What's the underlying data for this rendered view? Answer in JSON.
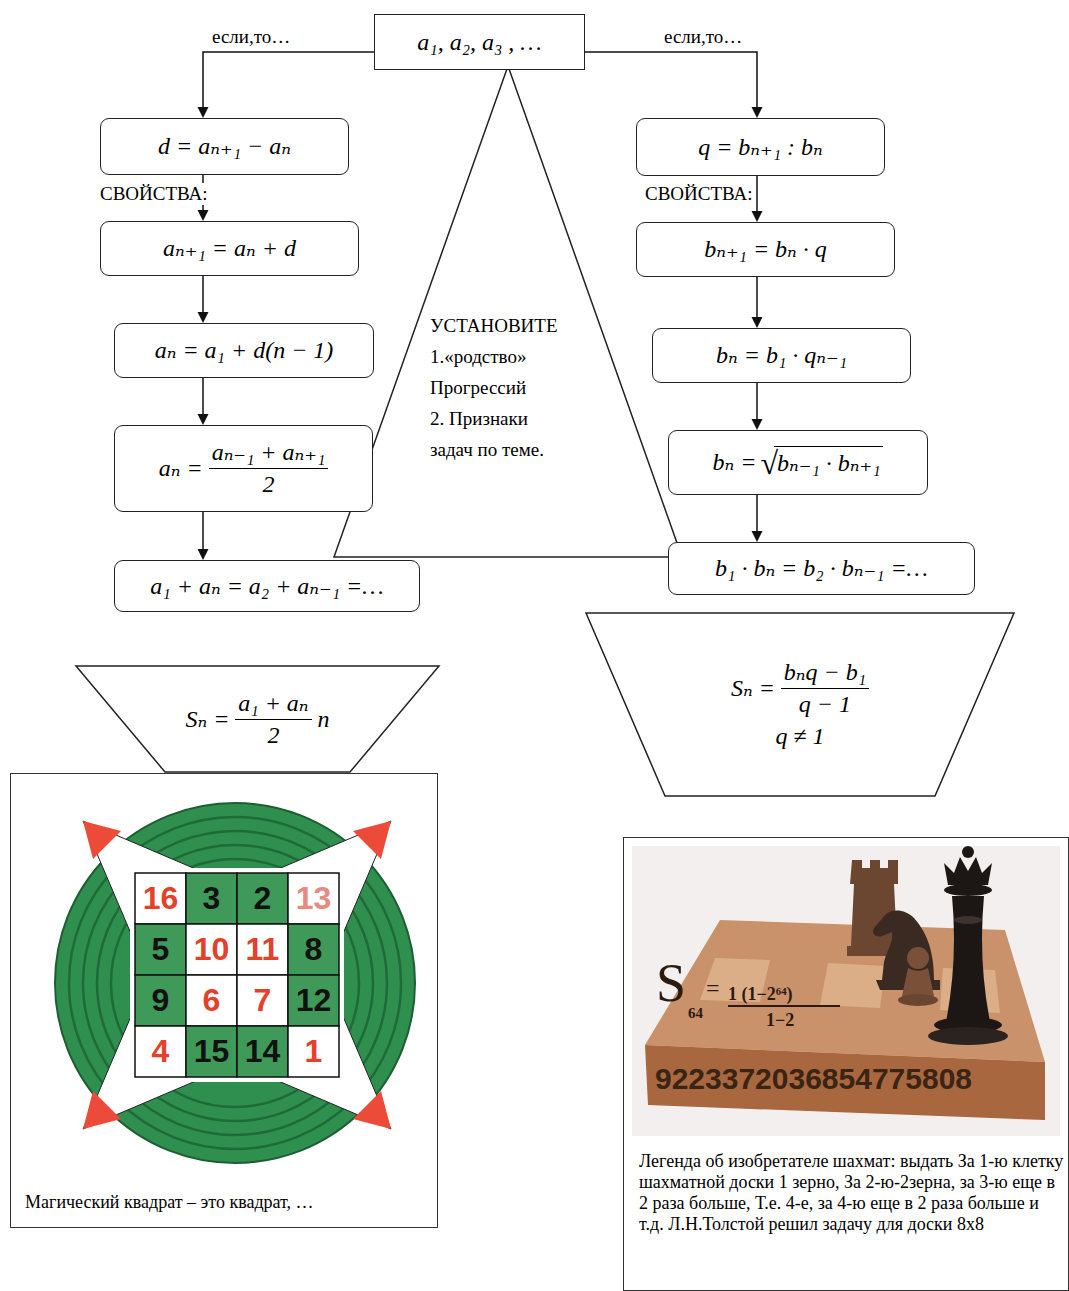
{
  "diagram": {
    "nodes": [
      {
        "text": [
          "a₁, a₂, a₃ , …"
        ]
      },
      {
        "text": [
          "d = aₙ₊₁ − aₙ"
        ]
      },
      {
        "text": [
          "aₙ₊₁ = aₙ + d"
        ]
      },
      {
        "text": [
          "aₙ = a₁ + d(n − 1)"
        ]
      },
      {
        "text": [
          "aₙ =",
          "aₙ₋₁ + aₙ₊₁",
          "2"
        ]
      },
      {
        "text": [
          "a₁ + aₙ = a₂ + aₙ₋₁ =…"
        ]
      },
      {
        "text": [
          "УСТАНОВИТЕ",
          "1.«родство» Прогрессий",
          "2. Признаки задач по теме."
        ]
      },
      {
        "text": [
          "q = bₙ₊₁ : bₙ"
        ]
      },
      {
        "text": [
          "bₙ₊₁ = bₙ · q"
        ]
      },
      {
        "text": [
          "bₙ = b₁ · qₙ₋₁"
        ]
      },
      {
        "text": [
          "bₙ =",
          "√",
          "bₙ₋₁ · bₙ₊₁"
        ]
      },
      {
        "text": [
          "b₁ · bₙ = b₂ · bₙ₋₁ =…"
        ]
      },
      {
        "text": [
          "Sₙ =",
          "a₁ + aₙ",
          "2",
          "n"
        ]
      },
      {
        "text": [
          "Sₙ =",
          "bₙq − b₁",
          "q − 1",
          "q ≠ 1"
        ]
      },
      {
        "text": [
          "Магический квадрат – это квадрат, …"
        ]
      },
      {
        "text": [
          "Легенда об изобретателе шахмат: выдать За 1-ю клетку шахматной доски 1 зерно, За 2-ю-2зерна, за 3-ю еще в 2 раза больше, Т.е. 4-е, за 4-ю еще в 2 раза больше и т.д. Л.Н.Толстой решил задачу для доски 8х8"
        ]
      }
    ],
    "edges": [
      {
        "from": 0,
        "to": 1,
        "label": "если,то…",
        "arrow": "to"
      },
      {
        "from": 0,
        "to": 7,
        "label": "если,то…",
        "arrow": "to"
      },
      {
        "from": 1,
        "to": 2,
        "arrow": "to"
      },
      {
        "from": 2,
        "to": 3,
        "arrow": "to"
      },
      {
        "from": 3,
        "to": 4,
        "arrow": "to"
      },
      {
        "from": 4,
        "to": 5,
        "arrow": "to"
      },
      {
        "from": 7,
        "to": 8,
        "arrow": "to"
      },
      {
        "from": 8,
        "to": 9,
        "arrow": "to"
      },
      {
        "from": 9,
        "to": 10,
        "arrow": "to"
      },
      {
        "from": 10,
        "to": 11,
        "arrow": "to"
      }
    ],
    "labels": [
      "СВОЙСТВА:",
      "СВОЙСТВА:",
      "16",
      "3",
      "2",
      "13",
      "5",
      "10",
      "11",
      "8",
      "9",
      "6",
      "7",
      "12",
      "4",
      "15",
      "14",
      "1",
      "S",
      "64",
      "=",
      "1 (1−2⁶⁴)",
      "1−2",
      "9223372036854775808"
    ]
  }
}
